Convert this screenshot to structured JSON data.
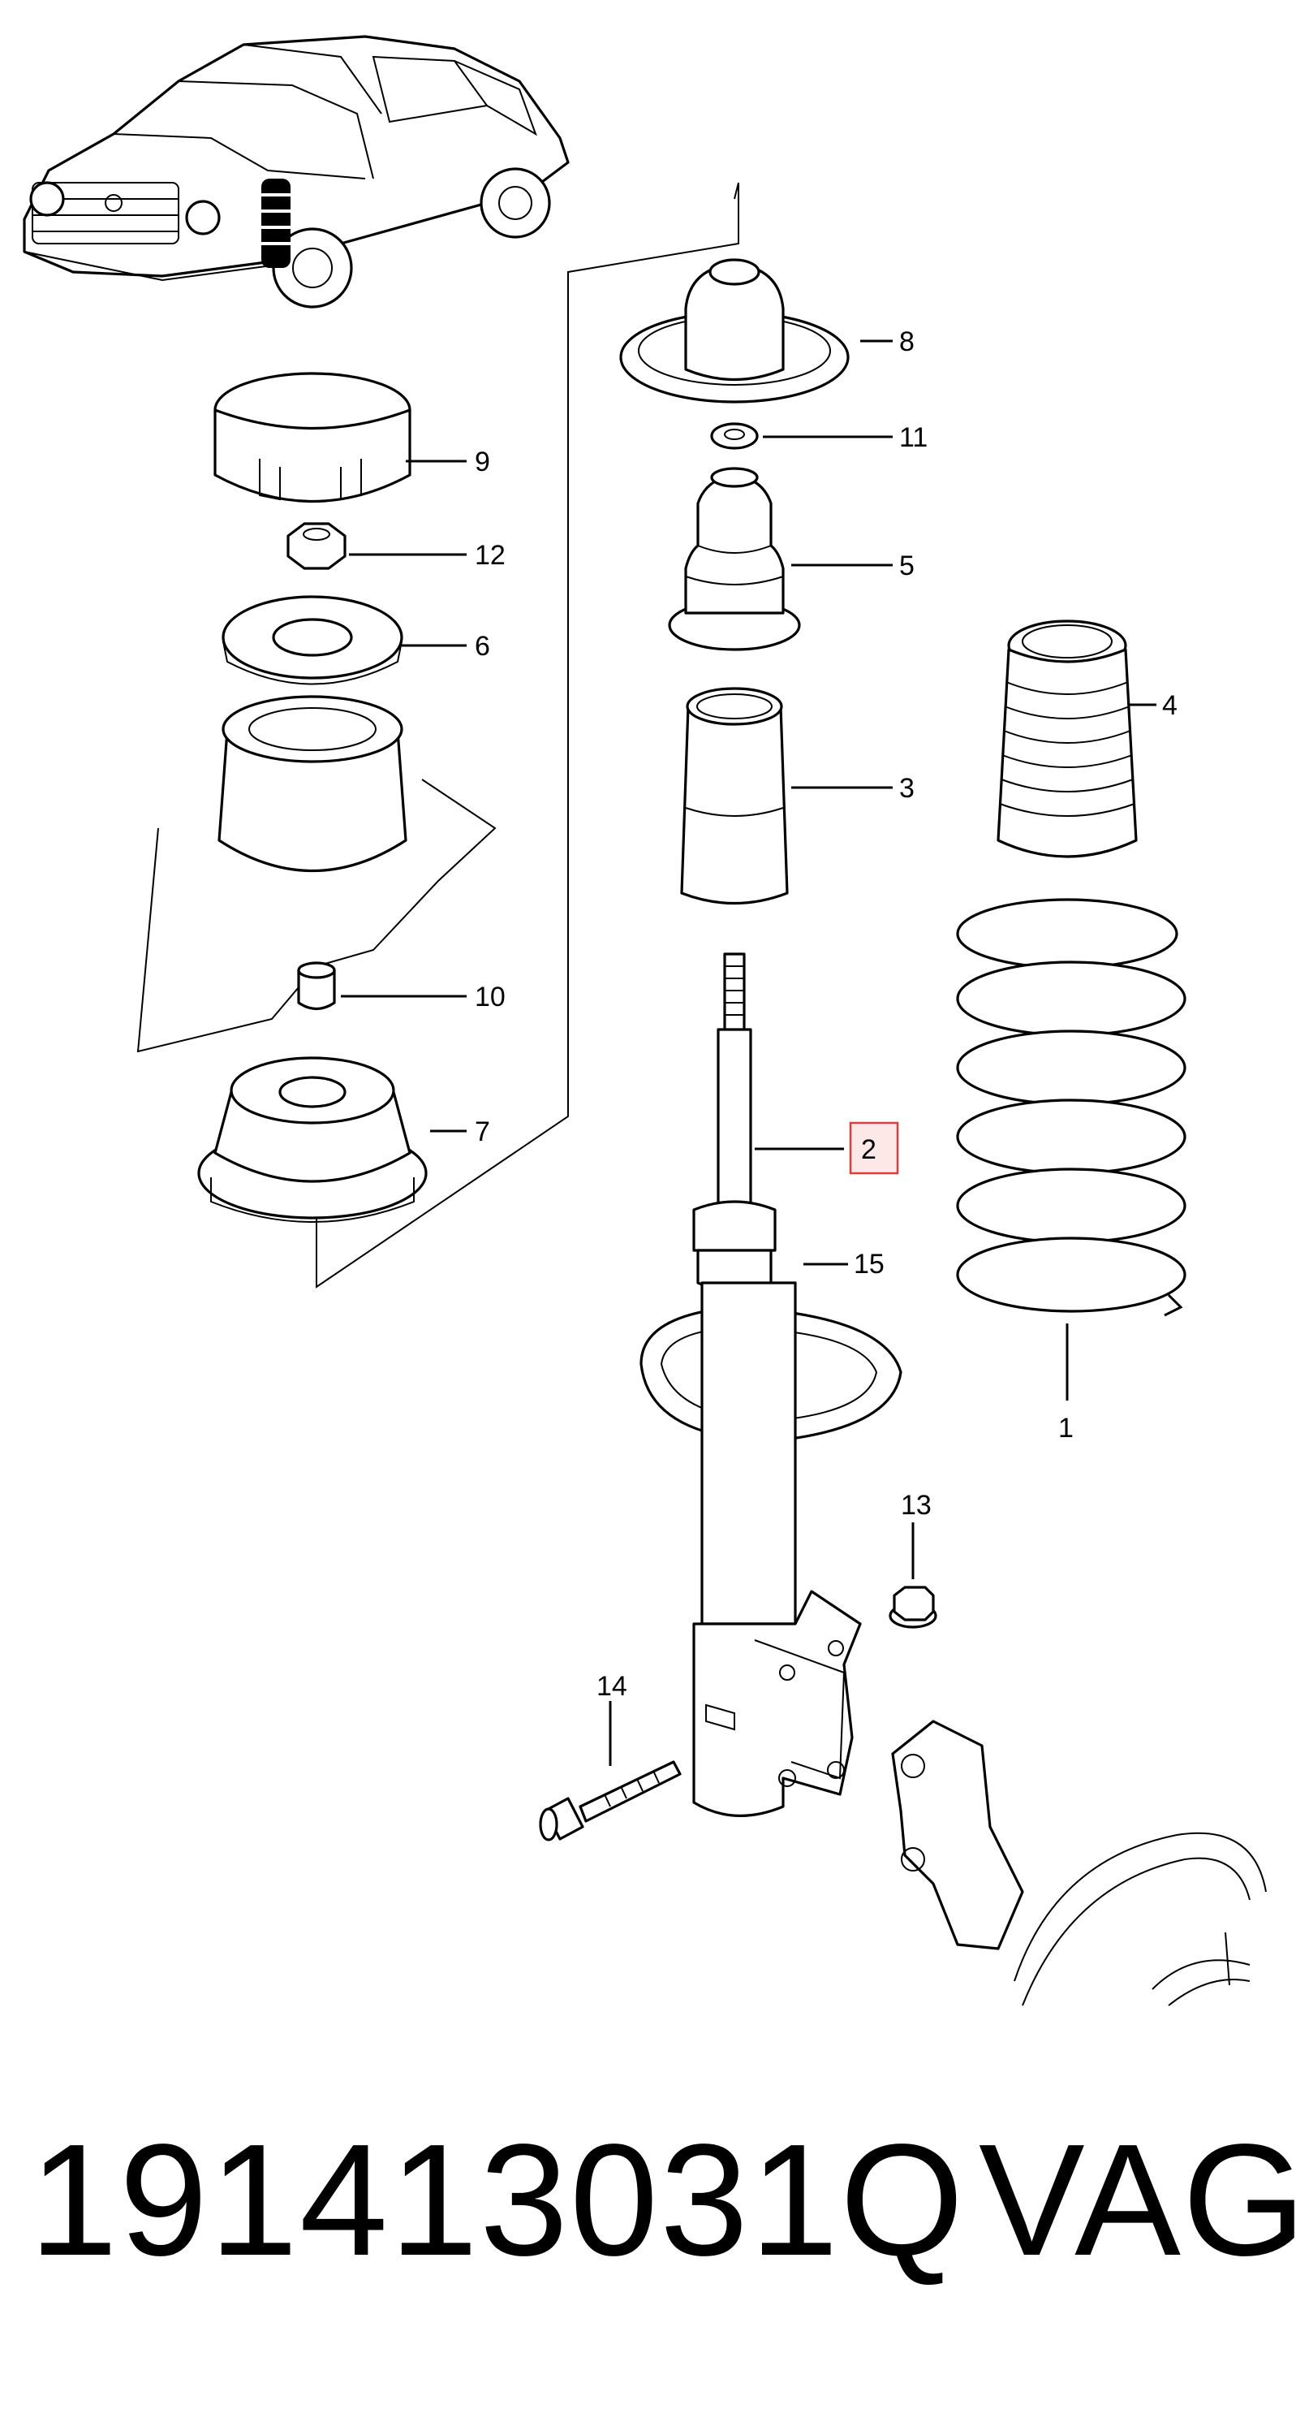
{
  "callouts": {
    "c1": "1",
    "c2": "2",
    "c3": "3",
    "c4": "4",
    "c5": "5",
    "c6": "6",
    "c7": "7",
    "c8": "8",
    "c9": "9",
    "c10": "10",
    "c11": "11",
    "c12": "12",
    "c13": "13",
    "c14": "14",
    "c15": "15"
  },
  "highlight": {
    "callout": "2",
    "color": "#e03c3c",
    "fill": "#fde8e8"
  },
  "caption": {
    "part_number": "191413031Q",
    "brand": "VAG"
  }
}
